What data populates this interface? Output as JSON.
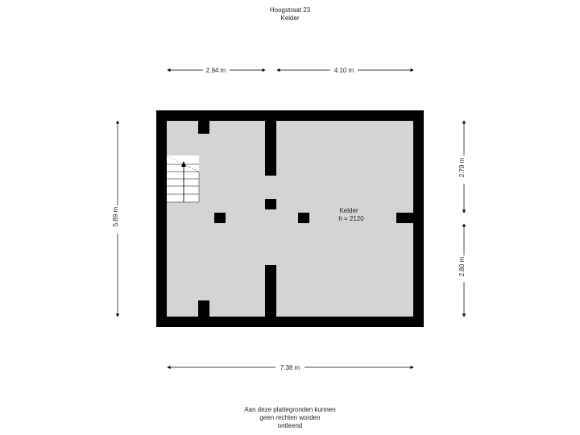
{
  "header": {
    "address": "Hoogstraat 23",
    "floor": "Kelder"
  },
  "room": {
    "name": "Kelder",
    "height": "h = 2120"
  },
  "dimensions": {
    "top_left": "2.94 m",
    "top_right": "4.10 m",
    "bottom": "7.38 m",
    "left": "5.89 m",
    "right_top": "2.79 m",
    "right_bottom": "2.80 m"
  },
  "footer": {
    "line1": "Aan deze plattegronden kunnen",
    "line2": "geen rechten worden",
    "line3": "ontleend"
  },
  "colors": {
    "wall": "#000000",
    "floor": "#d4d4d4",
    "dimension_line": "#000000"
  }
}
